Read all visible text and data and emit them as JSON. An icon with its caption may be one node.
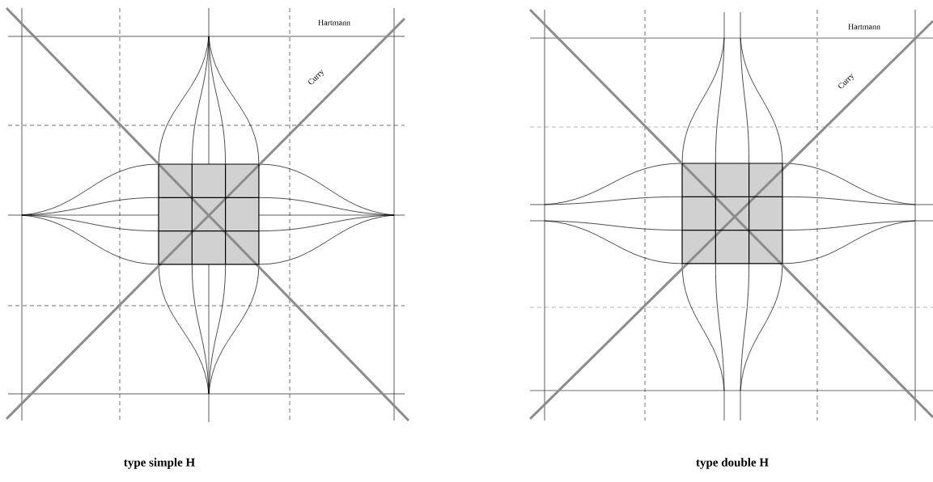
{
  "diagram": {
    "labels": [
      "Hartmann",
      "Curry",
      "Hartmann",
      "Curry",
      "type simple H",
      "type double H"
    ]
  }
}
